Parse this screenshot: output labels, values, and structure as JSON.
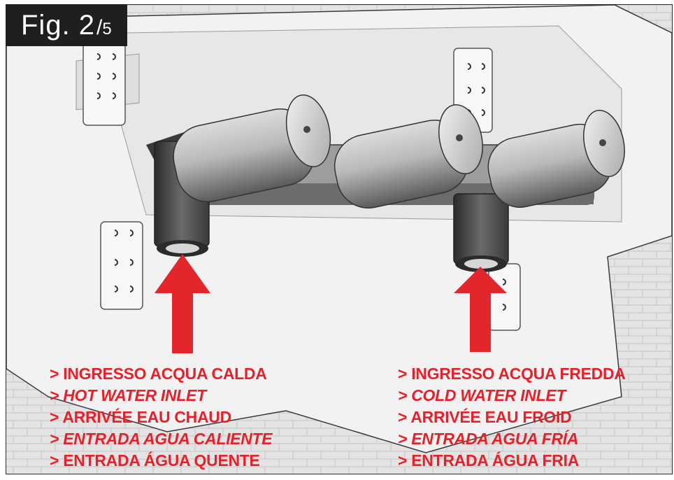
{
  "figure": {
    "label": "Fig. 2",
    "separator": "/",
    "total": "5"
  },
  "left_labels": [
    {
      "text": "> INGRESSO ACQUA CALDA",
      "italic": false
    },
    {
      "text": "> HOT WATER INLET",
      "italic": true
    },
    {
      "text": "> ARRIVÉE EAU CHAUD",
      "italic": false
    },
    {
      "text": "> ENTRADA AGUA CALIENTE",
      "italic": true
    },
    {
      "text": "> ENTRADA ÁGUA QUENTE",
      "italic": false
    }
  ],
  "right_labels": [
    {
      "text": "> INGRESSO ACQUA FREDDA",
      "italic": false
    },
    {
      "text": "> COLD WATER INLET",
      "italic": true
    },
    {
      "text": "> ARRIVÉE EAU FROID",
      "italic": false
    },
    {
      "text": "> ENTRADA AGUA FRÍA",
      "italic": true
    },
    {
      "text": "> ENTRADA ÁGUA FRIA",
      "italic": false
    }
  ],
  "colors": {
    "label_red": "#e8202a",
    "arrow_red": "#e3262c",
    "badge_bg": "#1f1f1f"
  }
}
